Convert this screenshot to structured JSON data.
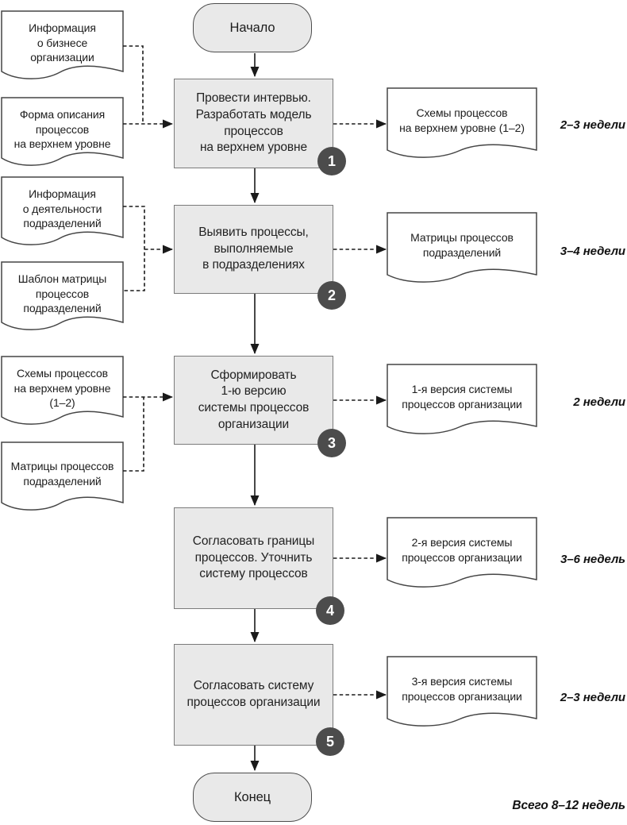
{
  "flow": {
    "start": "Начало",
    "end": "Конец",
    "total": "Всего 8–12 недель",
    "colors": {
      "node_fill": "#e9e9e9",
      "badge": "#4c4c4c",
      "line": "#1a1a1a"
    },
    "steps": [
      {
        "number": "1",
        "label": "Провести интервью.\nРазработать модель\nпроцессов\nна верхнем уровне",
        "inputs": [
          "Информация\nо бизнесе\nорганизации",
          "Форма описания\nпроцессов\nна верхнем уровне"
        ],
        "output": "Схемы процессов\nна верхнем уровне (1–2)",
        "duration": "2–3 недели"
      },
      {
        "number": "2",
        "label": "Выявить процессы,\nвыполняемые\nв подразделениях",
        "inputs": [
          "Информация\nо деятельности\nподразделений",
          "Шаблон матрицы\nпроцессов\nподразделений"
        ],
        "output": "Матрицы процессов\nподразделений",
        "duration": "3–4 недели"
      },
      {
        "number": "3",
        "label": "Сформировать\n1-ю версию\nсистемы процессов\nорганизации",
        "inputs": [
          "Схемы процессов\nна верхнем уровне\n(1–2)",
          "Матрицы процессов\nподразделений"
        ],
        "output": "1-я версия системы\nпроцессов организации",
        "duration": "2 недели"
      },
      {
        "number": "4",
        "label": "Согласовать границы\nпроцессов. Уточнить\nсистему процессов",
        "inputs": [],
        "output": "2-я версия системы\nпроцессов организации",
        "duration": "3–6 недель"
      },
      {
        "number": "5",
        "label": "Согласовать систему\nпроцессов организации",
        "inputs": [],
        "output": "3-я версия системы\nпроцессов организации",
        "duration": "2–3 недели"
      }
    ]
  }
}
